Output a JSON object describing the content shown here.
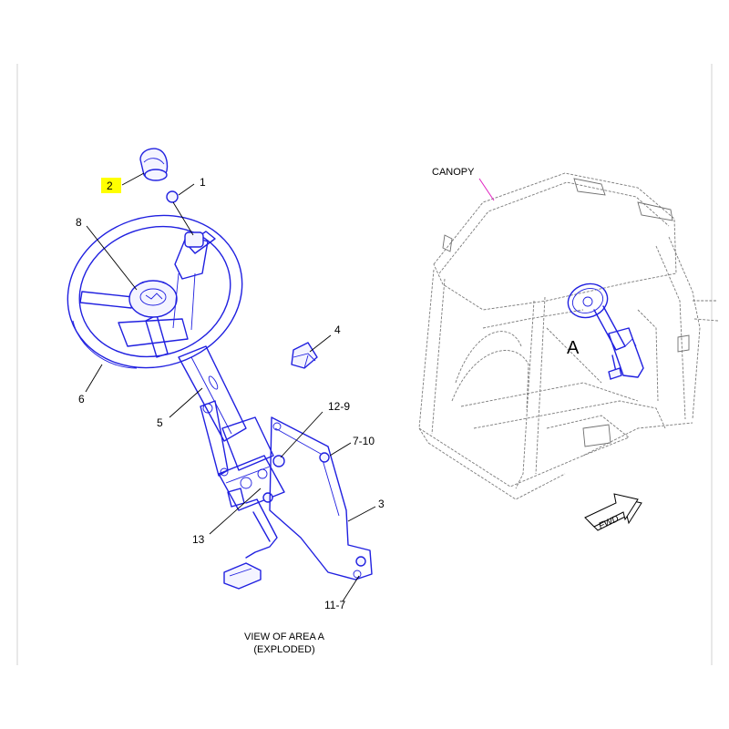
{
  "diagram": {
    "callouts": [
      {
        "id": "c2",
        "text": "2",
        "highlight": true
      },
      {
        "id": "c1",
        "text": "1"
      },
      {
        "id": "c8",
        "text": "8"
      },
      {
        "id": "c6",
        "text": "6"
      },
      {
        "id": "c4",
        "text": "4"
      },
      {
        "id": "c5",
        "text": "5"
      },
      {
        "id": "c12_9",
        "text": "12-9"
      },
      {
        "id": "c7_10",
        "text": "7-10"
      },
      {
        "id": "c3",
        "text": "3"
      },
      {
        "id": "c13",
        "text": "13"
      },
      {
        "id": "c11_7",
        "text": "11-7"
      }
    ],
    "canopy_label": "CANOPY",
    "area_label": "A",
    "fwd_label": "FWD",
    "view_caption_line1": "VIEW OF AREA A",
    "view_caption_line2": "(EXPLODED)"
  },
  "colors": {
    "part_stroke": "#2020e0",
    "highlight": "#ffff00",
    "canopy_leader": "#e020c0",
    "cab_stroke": "#7a7a7a"
  }
}
